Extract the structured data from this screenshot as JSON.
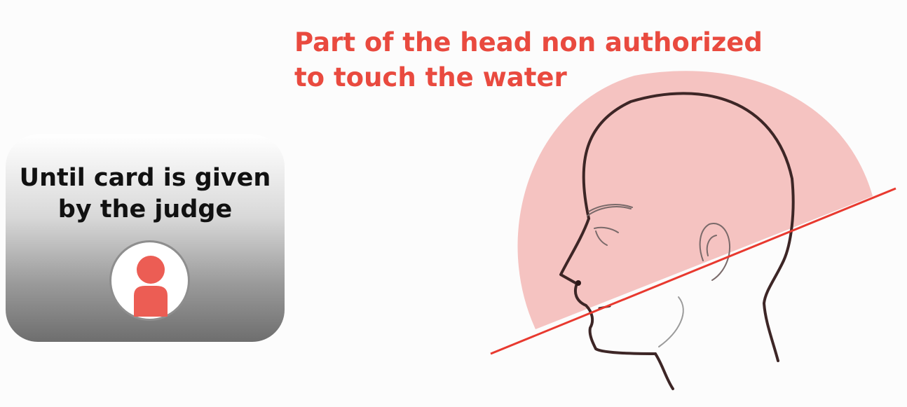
{
  "card": {
    "line1": "Until card is given",
    "line2": "by the judge",
    "icon": "person-icon",
    "icon_color": "#ec5d54"
  },
  "title": {
    "line1": "Part of the head non authorized",
    "line2": "to touch the water",
    "color": "#e94a3f"
  },
  "diagram": {
    "zone_color": "#f5c3c1",
    "line_color": "#e8392f",
    "head_outline_color": "#3d2626"
  }
}
